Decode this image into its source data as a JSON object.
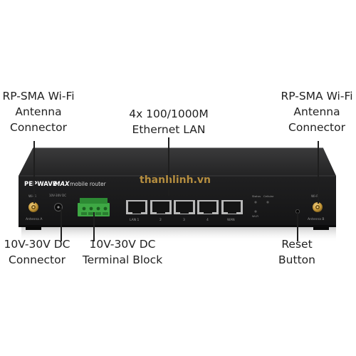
{
  "callouts": {
    "antenna_a": {
      "lines": [
        "RP-SMA Wi-Fi",
        "Antenna",
        "Connector"
      ]
    },
    "antenna_b": {
      "lines": [
        "RP-SMA Wi-Fi",
        "Antenna",
        "Connector"
      ]
    },
    "ethernet": {
      "lines": [
        "4x 100/1000M",
        "Ethernet LAN"
      ]
    },
    "dc_connector": {
      "lines": [
        "10V-30V DC",
        "Connector"
      ]
    },
    "terminal_block": {
      "lines": [
        "10V-30V DC",
        "Terminal Block"
      ]
    },
    "reset": {
      "lines": [
        "Reset",
        "Button"
      ]
    }
  },
  "device": {
    "brand_prefix": "PEPWAVE",
    "brand_model": "MAX",
    "brand_suffix": "mobile router",
    "watermark": "thanhlinh.vn",
    "labels": {
      "wifi_left": "Wi-Fi",
      "antenna_a": "Antenna A",
      "dc_in": "10V-30V DC",
      "lan1": "LAN 1",
      "lan2": "2",
      "lan3": "3",
      "lan4": "4",
      "wan": "WAN",
      "status": "Status",
      "cellular": "Cellular",
      "wifi_led": "Wi-Fi",
      "wifi_right": "Wi-Fi",
      "antenna_b": "Antenna B"
    }
  },
  "colors": {
    "chassis": "#2b2b2c",
    "chassis_front": "#1a1a1b",
    "gold": "#c89a3a",
    "terminal_green": "#3ea844",
    "watermark": "#e6b24a"
  }
}
